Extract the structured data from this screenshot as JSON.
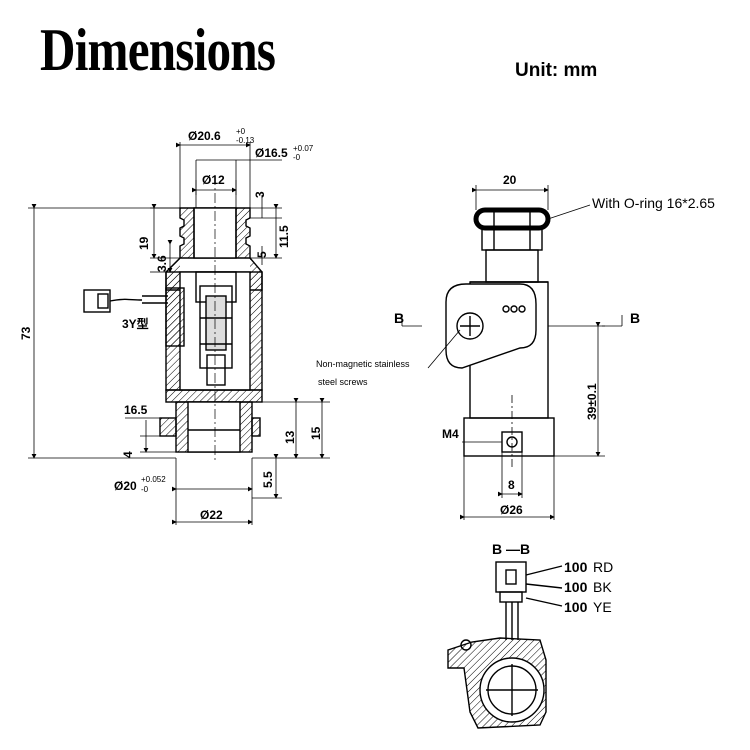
{
  "title": "Dimensions",
  "unit": "Unit: mm",
  "front_view": {
    "od_top": "Ø20.6",
    "od_top_tol_upper": "+0",
    "od_top_tol_lower": "-0.13",
    "od_neck": "Ø16.5",
    "od_neck_tol_upper": "+0.07",
    "od_neck_tol_lower": "-0",
    "bore": "Ø12",
    "dim_3": "3",
    "dim_5": "5",
    "dim_11_5": "11.5",
    "dim_19": "19",
    "dim_3_6": "3.6",
    "dim_73": "73",
    "connector": "3Y型",
    "dim_16_5": "16.5",
    "dim_4": "4",
    "dim_13": "13",
    "dim_15": "15",
    "od_bottom": "Ø20",
    "od_bottom_tol_upper": "+0.052",
    "od_bottom_tol_lower": "-0",
    "dim_5_5": "5.5",
    "od_base": "Ø22"
  },
  "side_view": {
    "dim_20": "20",
    "oring": "With O-ring 16*2.65",
    "section_left": "B",
    "section_right": "B",
    "screws_line1": "Non-magnetic stainless",
    "screws_line2": "steel screws",
    "dim_39": "39±0.1",
    "m4": "M4",
    "dim_8": "8",
    "od_26": "Ø26"
  },
  "section_view": {
    "title": "B —B",
    "wires": [
      {
        "length": "100",
        "color": "RD"
      },
      {
        "length": "100",
        "color": "BK"
      },
      {
        "length": "100",
        "color": "YE"
      }
    ]
  }
}
